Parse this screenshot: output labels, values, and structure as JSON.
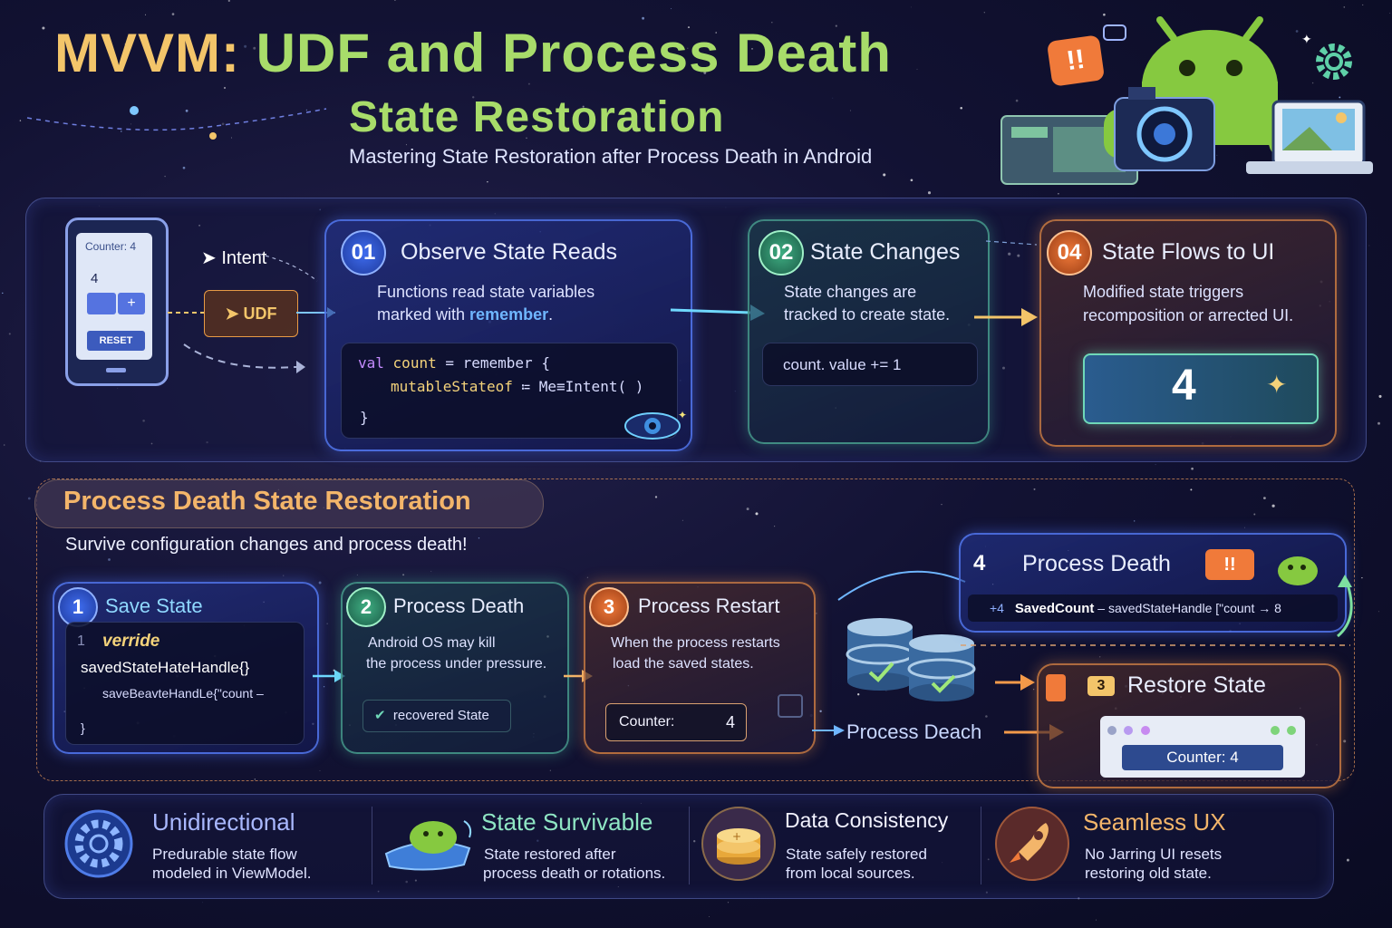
{
  "header": {
    "title_part1": "MVVM:",
    "title_part2": "UDF and Process Death",
    "title_line2": "State Restoration",
    "subtitle": "Mastering State Restoration after Process Death in Android"
  },
  "udf_flow": {
    "phone": {
      "counter_label": "Counter: 4",
      "count": "4",
      "plus": "+",
      "reset": "RESET"
    },
    "intent_label": "Intent",
    "udf_badge": "UDF",
    "step1": {
      "num": "01",
      "title": "Observe State Reads",
      "text1": "Functions read state variables",
      "text2_prefix": "marked with ",
      "text2_highlight": "remember",
      "text2_suffix": ".",
      "code_line1_kw": "val",
      "code_line1_var": "count",
      "code_line1_rest": " = remember {",
      "code_line2_fn": "mutableStateof",
      "code_line2_rest": " ≔ Me≡Intent( )",
      "code_line3": "}"
    },
    "step2": {
      "num": "02",
      "title": "State Changes",
      "text1": "State changes are",
      "text2": "tracked to create state.",
      "code": "count. value += 1"
    },
    "step4": {
      "num": "04",
      "title": "State Flows to UI",
      "text1": "Modified state triggers",
      "text2": "recomposition or arrected UI.",
      "value": "4"
    }
  },
  "process_death": {
    "section_title": "Process Death State Restoration",
    "section_subtitle": "Survive configuration changes and process death!",
    "save": {
      "num": "1",
      "title": "Save State",
      "line_no": "1",
      "code1": "verride",
      "code2": "savedStateHateHandle{}",
      "code3": "ѕaveBeavteHandLe{\"count –",
      "code4": "}"
    },
    "death": {
      "num": "2",
      "title": "Process Death",
      "text1": "Android OS may kill",
      "text2": "the process under pressure.",
      "badge": "recovered State"
    },
    "restart": {
      "num": "3",
      "title": "Process Restart",
      "text1": "When the process restarts",
      "text2": "load the saved states.",
      "counter_label": "Counter:",
      "counter_value": "4"
    },
    "death4": {
      "num": "4",
      "title": "Process Death",
      "line_prefix": "+4",
      "line_key": "SavedCount",
      "line_rest": " – savedStateHandle [\"count → 8"
    },
    "restore": {
      "num": "3",
      "title": "Restore State",
      "counter": "Counter: 4"
    },
    "process_deach_label": "Process Deach"
  },
  "features": [
    {
      "title": "Unidirectional",
      "text1": "Predurable state flow",
      "text2": "modeled in ViewModel.",
      "color": "#a9b8ff"
    },
    {
      "title": "State Survivable",
      "text1": "State restored after",
      "text2": "process death or rotations.",
      "color": "#8fe6c4"
    },
    {
      "title": "Data Consistency",
      "text1": "State safely restored",
      "text2": "from local sources.",
      "color": "#f2f2ff"
    },
    {
      "title": "Seamless UX",
      "text1": "No Jarring UI resets",
      "text2": "restoring old state.",
      "color": "#f3b56a"
    }
  ],
  "icons": {
    "android": "android-robot-icon",
    "camera": "camera-icon",
    "alert": "alert-bubble-icon",
    "gear": "gear-icon",
    "database": "database-icon",
    "rocket": "rocket-icon",
    "coins": "coin-stack-icon"
  },
  "colors": {
    "gold": "#f3c56a",
    "green": "#a8dc6a",
    "blue": "#3f6df0",
    "orange": "#f07a3a",
    "background": "#121233"
  }
}
